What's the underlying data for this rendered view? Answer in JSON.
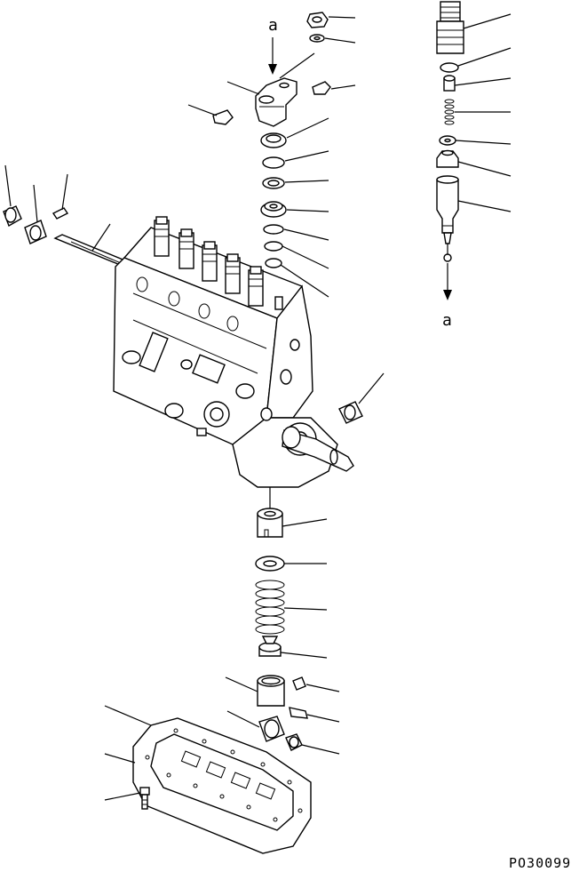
{
  "diagram": {
    "ref_marker_top": "a",
    "ref_marker_bottom": "a",
    "figure_code": "PO30099"
  }
}
